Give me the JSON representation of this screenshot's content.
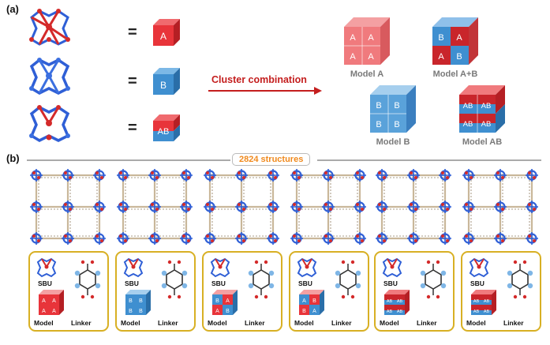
{
  "panel_a": {
    "label": "(a)",
    "rows": [
      {
        "equals": "=",
        "cube_text": "A",
        "type": "red"
      },
      {
        "equals": "=",
        "cube_text": "B",
        "type": "blue"
      },
      {
        "equals": "=",
        "cube_text": "AB",
        "type": "mix"
      }
    ],
    "combination_label": "Cluster combination",
    "models": [
      {
        "name": "Model A",
        "type": "A",
        "cells": [
          "A",
          "A",
          "A",
          "A"
        ]
      },
      {
        "name": "Model A+B",
        "type": "AB_mixed",
        "cells": [
          "B",
          "A",
          "A",
          "B"
        ]
      },
      {
        "name": "Model B",
        "type": "B",
        "cells": [
          "B",
          "B",
          "B",
          "B"
        ]
      },
      {
        "name": "Model AB",
        "type": "AB",
        "cells": [
          "AB",
          "AB",
          "AB",
          "AB"
        ]
      }
    ]
  },
  "panel_b": {
    "label": "(b)",
    "structures_badge": "2824 structures",
    "cards": [
      {
        "sbu": "SBU",
        "model": "Model",
        "linker": "Linker",
        "cube_type": "A",
        "cube_cells": [
          "A",
          "A",
          "A",
          "A"
        ]
      },
      {
        "sbu": "SBU",
        "model": "Model",
        "linker": "Linker",
        "cube_type": "B",
        "cube_cells": [
          "B",
          "B",
          "B",
          "B"
        ]
      },
      {
        "sbu": "SBU",
        "model": "Model",
        "linker": "Linker",
        "cube_type": "AB_mixed",
        "cube_cells": [
          "B",
          "A",
          "A",
          "B"
        ]
      },
      {
        "sbu": "SBU",
        "model": "Model",
        "linker": "Linker",
        "cube_type": "AB_mixed",
        "cube_cells": [
          "A",
          "B",
          "B",
          "A"
        ]
      },
      {
        "sbu": "SBU",
        "model": "Model",
        "linker": "Linker",
        "cube_type": "AB",
        "cube_cells": [
          "AB",
          "AB",
          "AB",
          "AB"
        ]
      },
      {
        "sbu": "SBU",
        "model": "Model",
        "linker": "Linker",
        "cube_type": "AB",
        "cube_cells": [
          "AB",
          "AB",
          "AB",
          "AB"
        ]
      }
    ]
  },
  "colors": {
    "red": "#e8343a",
    "blue": "#3f8fd0",
    "gold": "#d8b024",
    "orange": "#f08a1e",
    "arrow": "#c41e1e"
  }
}
